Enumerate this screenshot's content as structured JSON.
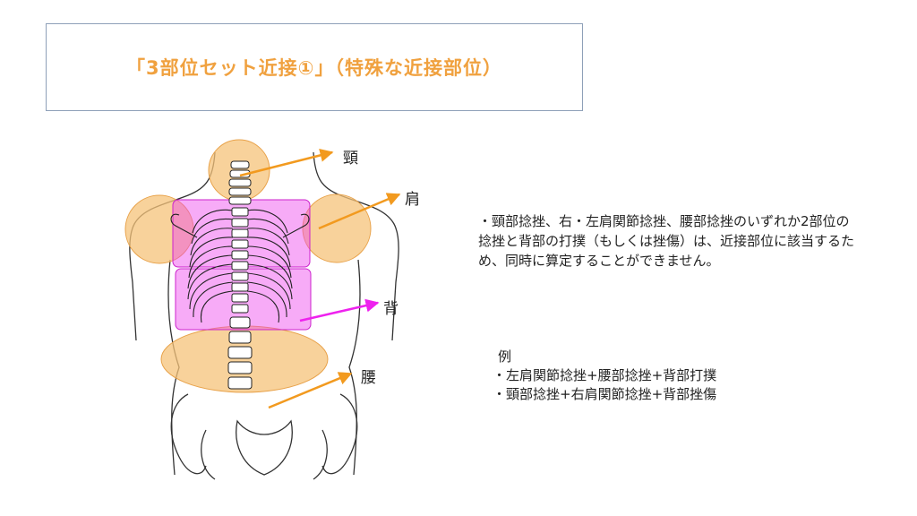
{
  "title": "「3部位セット近接①」（特殊な近接部位）",
  "labels": {
    "neck": "頸",
    "shoulder": "肩",
    "back": "背",
    "waist": "腰"
  },
  "description": "・頸部捻挫、右・左肩関節捻挫、腰部捻挫のいずれか2部位の捻挫と背部の打撲（もしくは挫傷）は、近接部位に該当するため、同時に算定することができません。",
  "example": {
    "heading": "例",
    "items": [
      "・左肩関節捻挫+腰部捻挫+背部打撲",
      "・頸部捻挫+右肩関節捻挫+背部挫傷"
    ]
  },
  "colors": {
    "title": "#f0a13f",
    "orange_region": "#f5c37a",
    "magenta_region": "#ee44ee",
    "orange_arrow": "#f29a1f",
    "magenta_arrow": "#ee22ee",
    "box_border": "#8ea0b8"
  }
}
